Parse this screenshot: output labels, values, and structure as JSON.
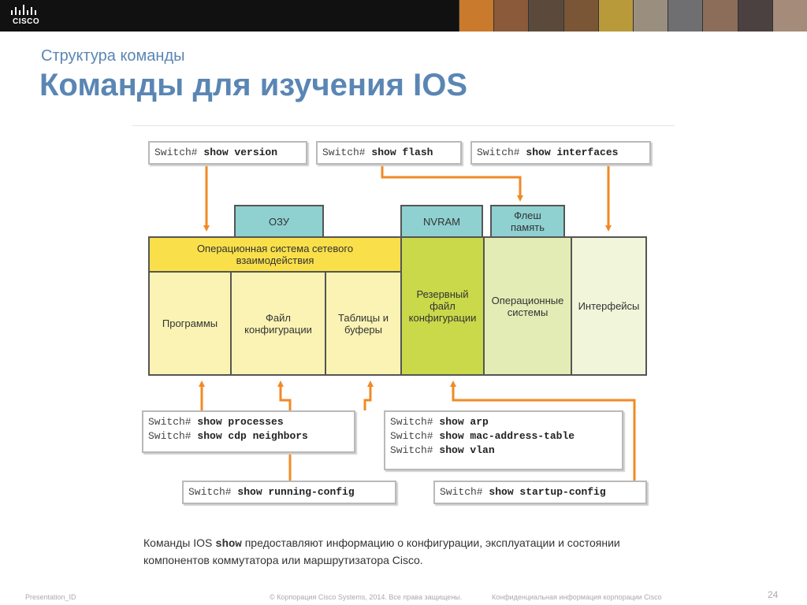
{
  "header": {
    "logo_text": "CISCO",
    "photo_colors": [
      "#c97a2c",
      "#8a5a3a",
      "#5b4a3c",
      "#7a5536",
      "#b89a3a",
      "#9a8f7e",
      "#6f6f72",
      "#8b6d5a",
      "#4a4140",
      "#a58b79"
    ]
  },
  "slide": {
    "subtitle": "Структура команды",
    "title": "Команды для изучения IOS"
  },
  "diagram": {
    "commands": {
      "show_version": {
        "prompt": "Switch#",
        "command": "show version"
      },
      "show_flash": {
        "prompt": "Switch#",
        "command": "show flash"
      },
      "show_interfaces": {
        "prompt": "Switch#",
        "command": "show interfaces"
      },
      "show_processes": {
        "prompt": "Switch#",
        "command": "show processes"
      },
      "show_cdp": {
        "prompt": "Switch#",
        "command": "show cdp neighbors"
      },
      "show_arp": {
        "prompt": "Switch#",
        "command": "show arp"
      },
      "show_mac": {
        "prompt": "Switch#",
        "command": "show mac-address-table"
      },
      "show_vlan": {
        "prompt": "Switch#",
        "command": "show vlan"
      },
      "show_running": {
        "prompt": "Switch#",
        "command": "show running-config"
      },
      "show_startup": {
        "prompt": "Switch#",
        "command": "show startup-config"
      }
    },
    "memory": {
      "ram": "ОЗУ",
      "nvram": "NVRAM",
      "flash": "Флеш\nпамять"
    },
    "blocks": {
      "ios": "Операционная система сетевого\nвзаимодействия",
      "programs": "Программы",
      "config": "Файл\nконфигурации",
      "tables": "Таблицы и\nбуферы",
      "backup": "Резервный\nфайл\nконфигурации",
      "os": "Операционные\nсистемы",
      "interfaces": "Интерфейсы"
    },
    "colors": {
      "arrow": "#f08a24",
      "memory_header": "#8fd0d0",
      "ios_yellow": "#f9e04a",
      "pale_yellow": "#fbf3b4",
      "nvram_green": "#c9d94a",
      "light_green": "#e4ecb6",
      "lighter_green": "#f1f5da"
    }
  },
  "caption": {
    "prefix": "Команды IOS ",
    "keyword": "show",
    "text": " предоставляют информацию о конфигурации, эксплуатации и состоянии компонентов коммутатора или маршрутизатора Cisco."
  },
  "footer": {
    "presentation_id": "Presentation_ID",
    "copyright": "© Корпорация Cisco Systems, 2014. Все права защищены.",
    "confidential": "Конфиденциальная информация корпорации Cisco",
    "page": "24"
  }
}
